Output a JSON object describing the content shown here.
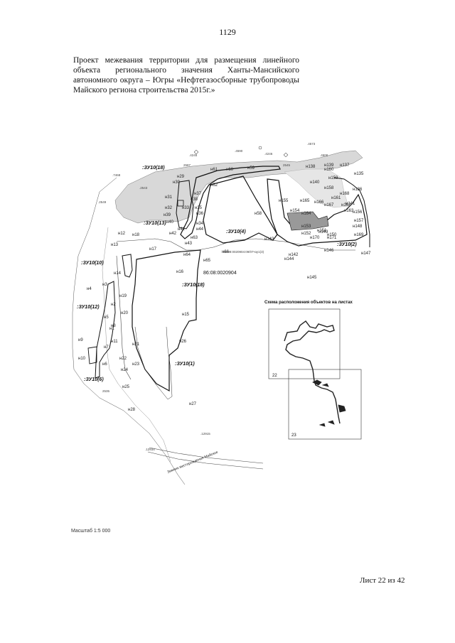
{
  "page_number": "1129",
  "heading": "Проект межевания территории для размещения линейного объекта регионального значения Ханты-Мансийского автономного округа – Югры «Нефтегазосборные трубопроводы Майского региона строительства 2015г.»",
  "map": {
    "zones": [
      ":ЗУ10(18)",
      ":ЗУ10(13)",
      ":ЗУ10(4)",
      ":ЗУ10(10)",
      ":ЗУ10(12)",
      ":ЗУ10(6)",
      ":ЗУ10(18)",
      ":ЗУ10(1)",
      ":ЗУ10(2)"
    ],
    "cadastral_block": "86:08:0020904",
    "points": [
      "н29",
      "н30",
      "н31",
      "н32",
      "н33",
      "н34",
      "н35",
      "н36",
      "н37",
      "н38",
      "н39",
      "н40",
      "н41",
      "н42",
      "н43",
      "н44",
      "н62",
      "н63",
      "н64",
      "н65",
      "н66",
      "н58",
      "н59",
      "н60",
      "н61",
      "н12",
      "н13",
      "н14",
      "н15",
      "н16",
      "н17",
      "н18",
      "н19",
      "н20",
      "н21",
      "н22",
      "н23",
      "н24",
      "н25",
      "н26",
      "н27",
      "н28",
      "н1",
      "н2",
      "н3",
      "н4",
      "н5",
      "н6",
      "н7",
      "н8",
      "н9",
      "н10",
      "н11",
      "н135",
      "н136",
      "н137",
      "н138",
      "н139",
      "н140",
      "н141",
      "н142",
      "н143",
      "н144",
      "н145",
      "н146",
      "н147",
      "н148",
      "н149",
      "н150",
      "н151",
      "н152",
      "н153",
      "н154",
      "н155",
      "н156",
      "н157",
      "н158",
      "н159",
      "н160",
      "н161",
      "н162",
      "н163",
      "н164",
      "н165",
      "н166",
      "н167",
      "н168",
      "н169",
      "н170",
      "н171"
    ],
    "elevations": [
      ".4590",
      ".4573",
      ".4246",
      ".4245",
      ".4600",
      "2587",
      "2545",
      ".7468",
      ".2543",
      ".2549",
      "2535",
      ".12915",
      ".12934"
    ],
    "road_label": "Зимник месторождения Майское",
    "small_note": "86:08:0020904:09/07чзу1(3)"
  },
  "inset": {
    "title": "Схема расположения объектов на листах",
    "sheet_a": "22",
    "sheet_b": "23"
  },
  "scale": "Масштаб 1:5 000",
  "sheet": "Лист 22  из 42"
}
